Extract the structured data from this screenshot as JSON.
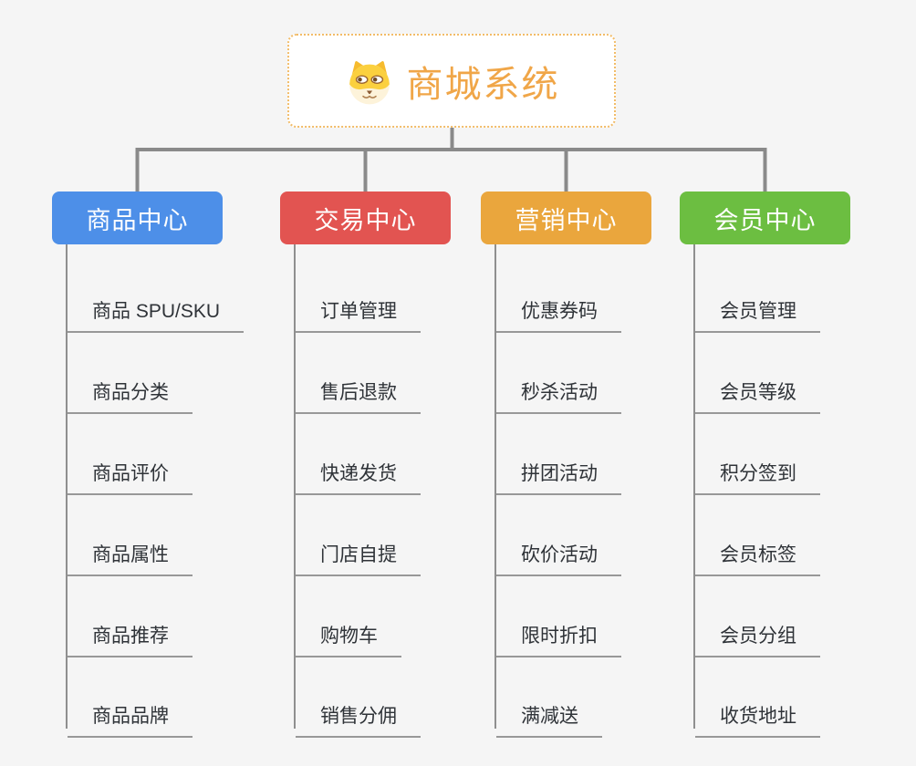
{
  "root": {
    "title": "商城系统",
    "icon": "dog-face-icon",
    "accent_color": "#f0a648",
    "border_color": "#f2bc68"
  },
  "branches": [
    {
      "label": "商品中心",
      "color": "#4d8fe8",
      "children": [
        "商品 SPU/SKU",
        "商品分类",
        "商品评价",
        "商品属性",
        "商品推荐",
        "商品品牌"
      ]
    },
    {
      "label": "交易中心",
      "color": "#e25451",
      "children": [
        "订单管理",
        "售后退款",
        "快递发货",
        "门店自提",
        "购物车",
        "销售分佣"
      ]
    },
    {
      "label": "营销中心",
      "color": "#eaa63d",
      "children": [
        "优惠券码",
        "秒杀活动",
        "拼团活动",
        "砍价活动",
        "限时折扣",
        "满减送"
      ]
    },
    {
      "label": "会员中心",
      "color": "#6cbe41",
      "children": [
        "会员管理",
        "会员等级",
        "积分签到",
        "会员标签",
        "会员分组",
        "收货地址"
      ]
    }
  ],
  "connector_color": "#8a8a8a",
  "line_color": "#989898",
  "background_color": "#f5f5f5"
}
